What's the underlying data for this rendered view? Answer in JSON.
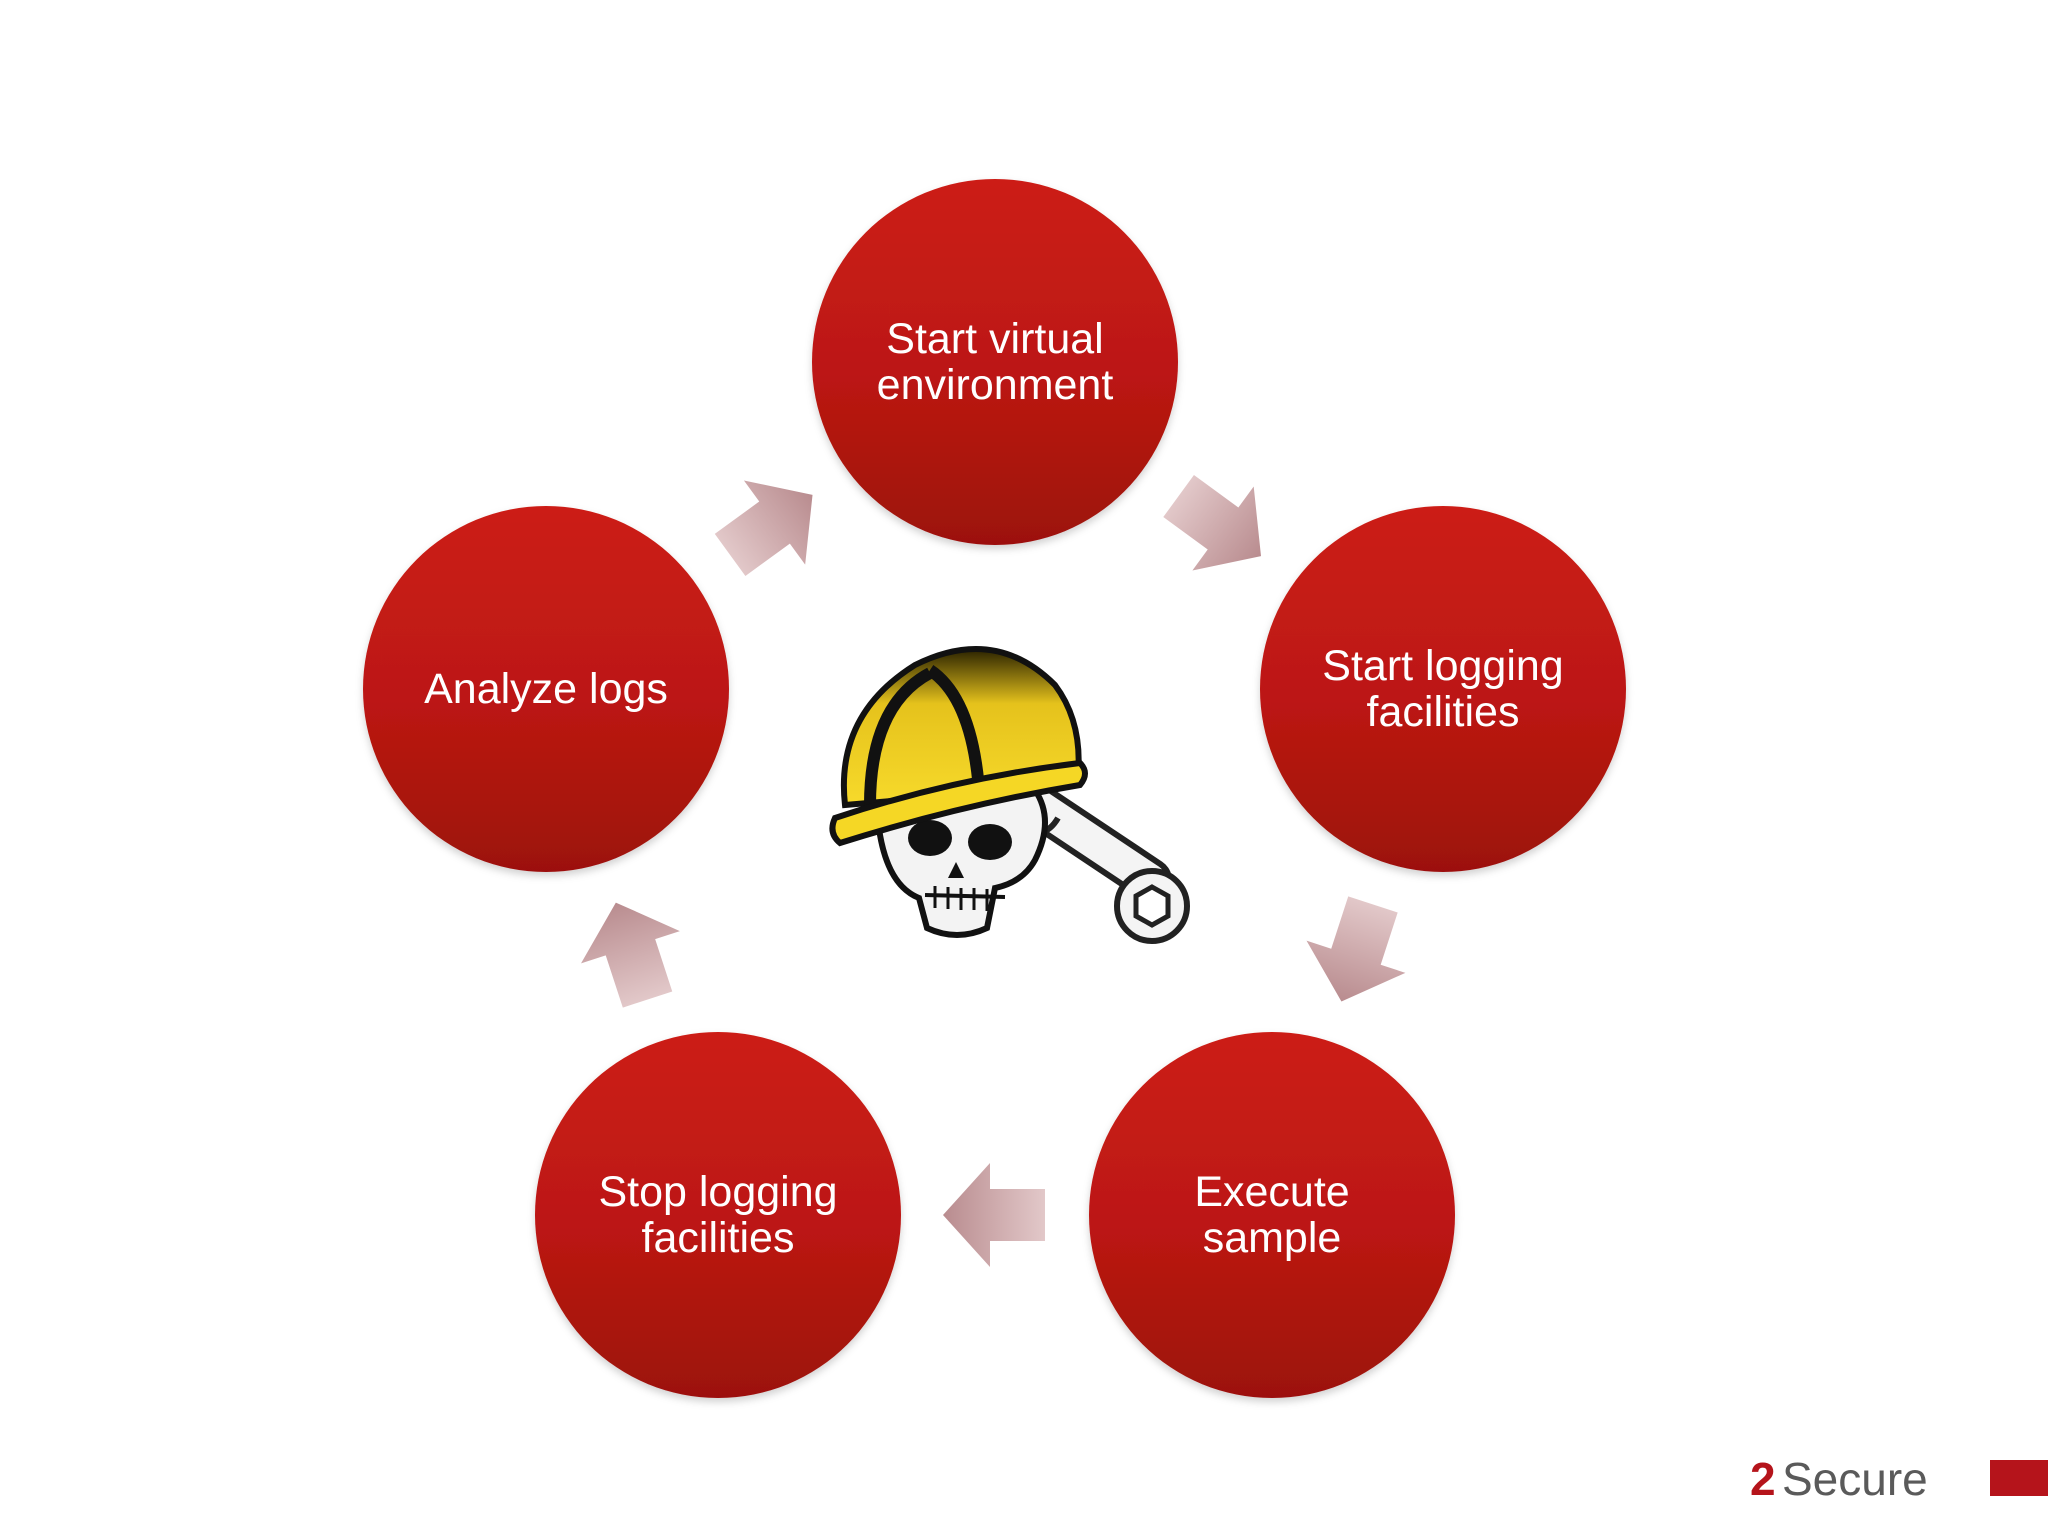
{
  "cycle": {
    "steps": [
      {
        "id": "start-virtual-environment",
        "lines": [
          "Start virtual",
          "environment"
        ]
      },
      {
        "id": "start-logging-facilities",
        "lines": [
          "Start logging",
          "facilities"
        ]
      },
      {
        "id": "execute-sample",
        "lines": [
          "Execute",
          "sample"
        ]
      },
      {
        "id": "stop-logging-facilities",
        "lines": [
          "Stop logging",
          "facilities"
        ]
      },
      {
        "id": "analyze-logs",
        "lines": [
          "Analyze logs"
        ]
      }
    ],
    "circle_color": "#c41a15",
    "circle_color_dark": "#a3120d",
    "arrow_color": "#c9a3a5"
  },
  "center_image": {
    "icon": "skull-hardhat-wrench-icon"
  },
  "branding": {
    "logo_prefix": "2",
    "logo_text": "Secure",
    "accent_color": "#b5141b"
  }
}
